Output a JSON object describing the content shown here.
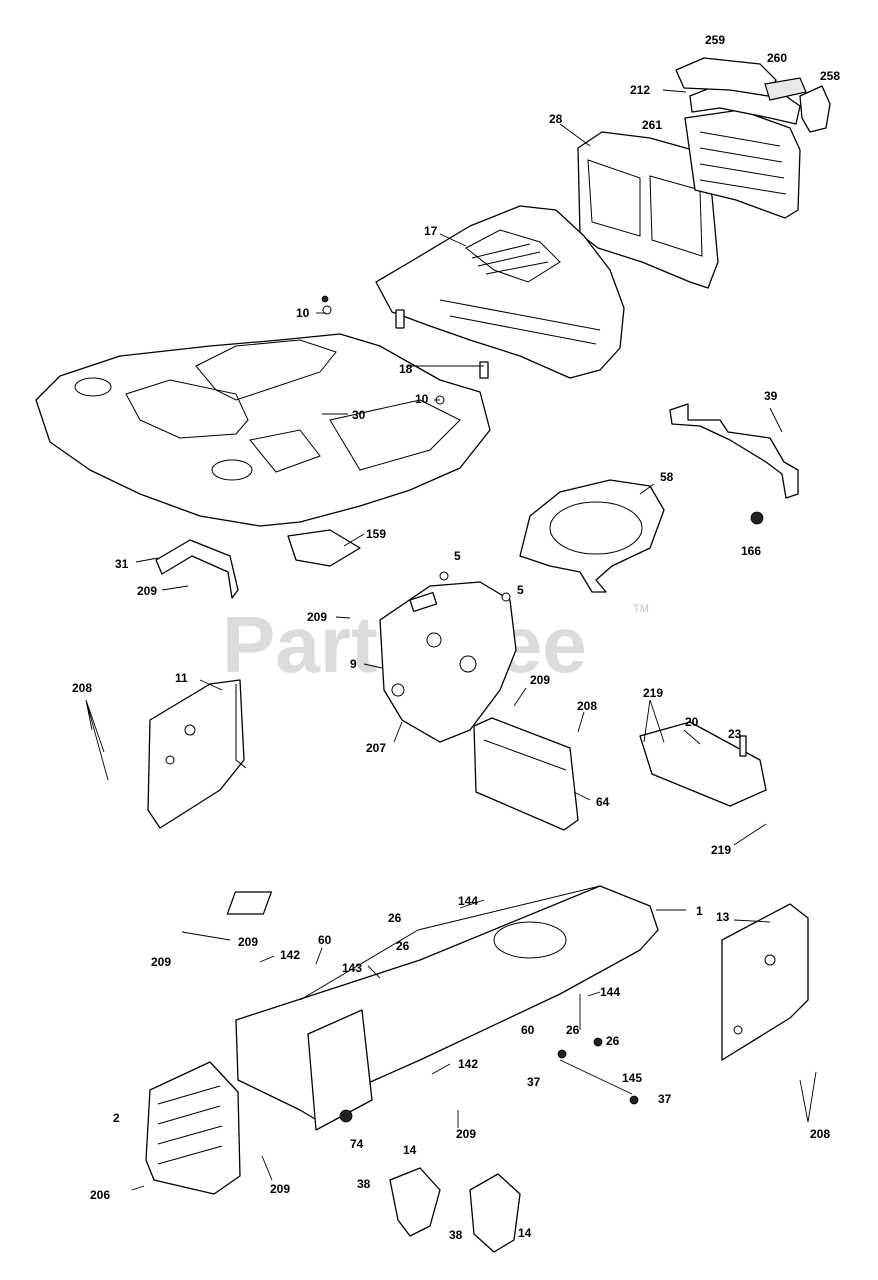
{
  "watermark": {
    "brand": "PartsTree",
    "trademark": "TM"
  },
  "callouts": {
    "c259": "259",
    "c260": "260",
    "c258": "258",
    "c212": "212",
    "c28": "28",
    "c261": "261",
    "c17": "17",
    "c10a": "10",
    "c18": "18",
    "c10b": "10",
    "c30": "30",
    "c39": "39",
    "c58": "58",
    "c166": "166",
    "c159": "159",
    "c31": "31",
    "c209a": "209",
    "c5a": "5",
    "c5b": "5",
    "c209b": "209",
    "c9": "9",
    "c208a": "208",
    "c11": "11",
    "c209c": "209",
    "c208b": "208",
    "c219a": "219",
    "c20": "20",
    "c23": "23",
    "c207": "207",
    "c64": "64",
    "c219b": "219",
    "c144a": "144",
    "c1": "1",
    "c26a": "26",
    "c13": "13",
    "c209d": "209",
    "c26b": "26",
    "c60a": "60",
    "c209e": "209",
    "c142a": "142",
    "c143": "143",
    "c144b": "144",
    "c60b": "60",
    "c26c": "26",
    "c26d": "26",
    "c145": "145",
    "c142b": "142",
    "c37a": "37",
    "c37b": "37",
    "c2": "2",
    "c209f": "209",
    "c74": "74",
    "c208c": "208",
    "c14a": "14",
    "c209g": "209",
    "c38a": "38",
    "c206": "206",
    "c38b": "38",
    "c14b": "14"
  }
}
